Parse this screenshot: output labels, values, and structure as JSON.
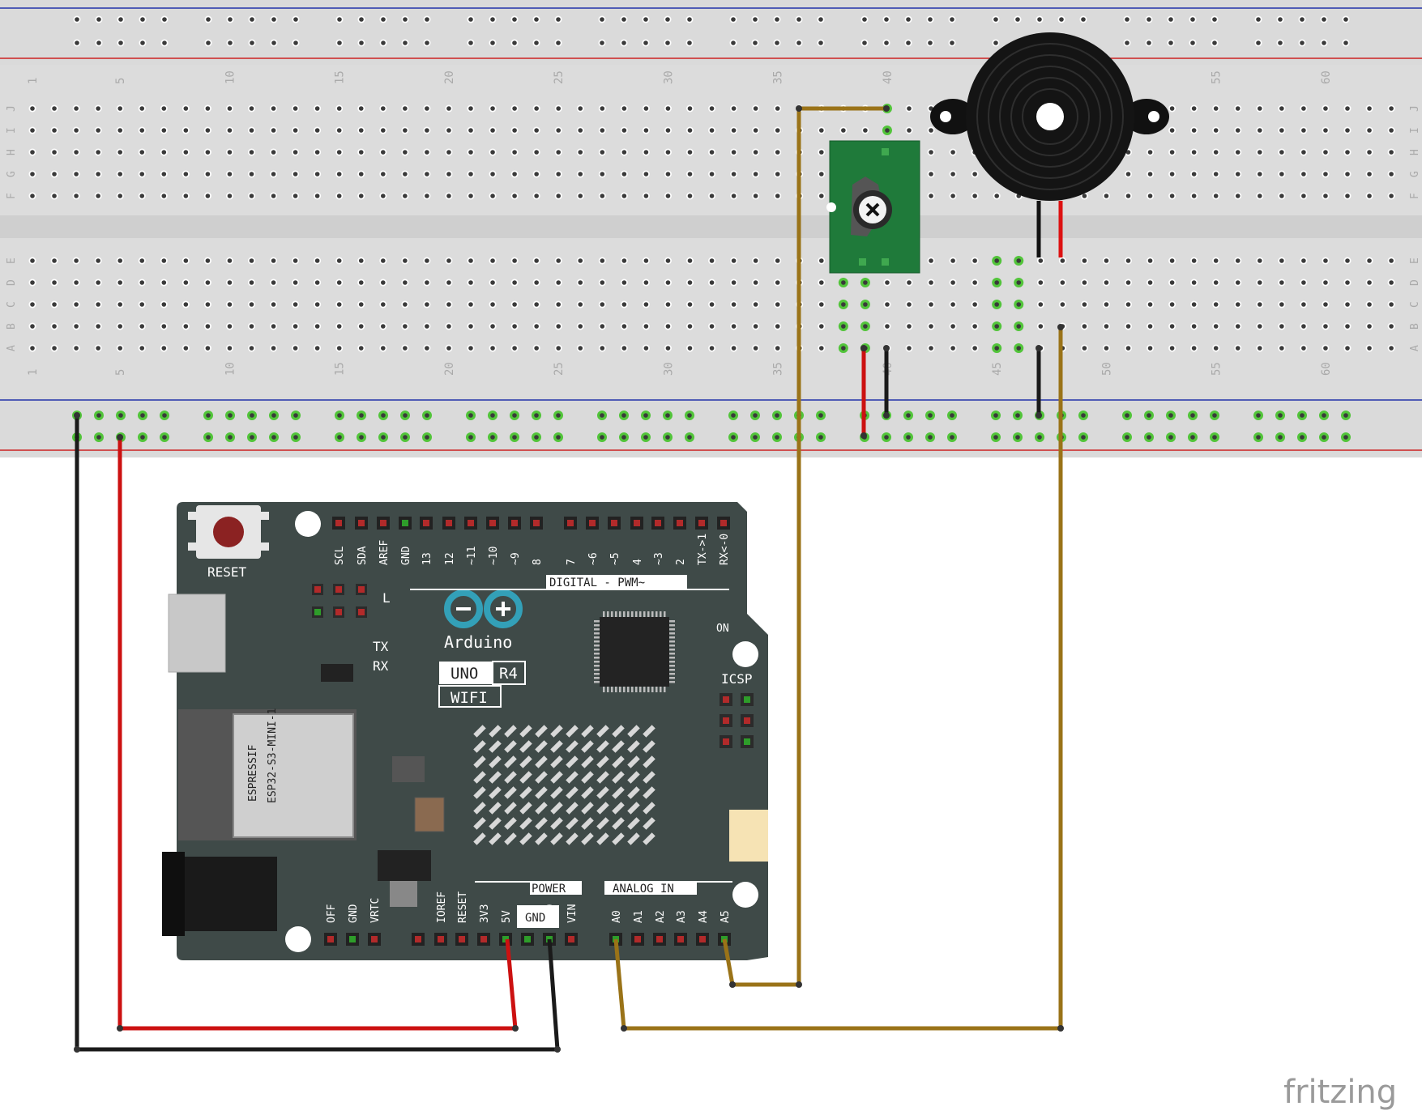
{
  "breadboard": {
    "column_numbers": [
      "1",
      "5",
      "10",
      "15",
      "20",
      "25",
      "30",
      "35",
      "40",
      "45",
      "50",
      "55",
      "60"
    ],
    "top_row_letters": [
      "J",
      "I",
      "H",
      "G",
      "F"
    ],
    "bottom_row_letters": [
      "E",
      "D",
      "C",
      "B",
      "A"
    ]
  },
  "arduino": {
    "reset_label": "RESET",
    "logo_text": "Arduino",
    "model_uno": "UNO",
    "model_r4": "R4",
    "model_wifi": "WIFI",
    "digital_header": "DIGITAL - PWM~",
    "power_header": "POWER",
    "analog_header": "ANALOG IN",
    "icsp_label": "ICSP",
    "on_label": "ON",
    "l_label": "L",
    "tx_label": "TX",
    "rx_label": "RX",
    "module_line1": "ESPRESSIF",
    "module_line2": "ESP32-S3-MINI-1",
    "digital_pins": [
      "SCL",
      "SDA",
      "AREF",
      "GND",
      "13",
      "12",
      "~11",
      "~10",
      "~9",
      "8",
      "7",
      "~6",
      "~5",
      "4",
      "~3",
      "2",
      "TX->1",
      "RX<-0"
    ],
    "power_pins": [
      "IOREF",
      "RESET",
      "3V3",
      "5V",
      "GND",
      "VIN"
    ],
    "power_gnd_box": "GND",
    "analog_pins": [
      "A0",
      "A1",
      "A2",
      "A3",
      "A4",
      "A5"
    ],
    "left_pins": [
      "OFF",
      "GND",
      "VRTC"
    ]
  },
  "components": {
    "potentiometer": "potentiometer",
    "buzzer": "piezo-buzzer"
  },
  "colors": {
    "wire_black": "#1a1a1a",
    "wire_red": "#cc1111",
    "wire_brown": "#9a7318",
    "board": "#3f4a48",
    "breadboard": "#d9d9d9",
    "rail_blue": "#2233aa",
    "rail_red": "#cc2222",
    "hole_active": "#52c43a"
  },
  "watermark": "fritzing"
}
